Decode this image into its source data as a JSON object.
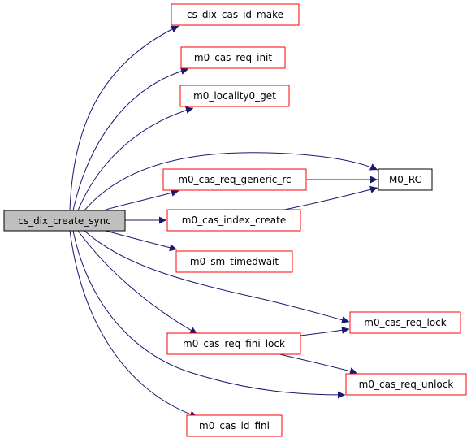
{
  "colors": {
    "edge": "#191970",
    "root_fill": "#bfbfbf",
    "root_stroke": "#000000",
    "node_stroke_red": "#ff0000",
    "node_stroke_black": "#000000",
    "node_fill": "#ffffff",
    "text": "#000000"
  },
  "nodes": {
    "root": {
      "label": "cs_dix_create_sync",
      "style": "root"
    },
    "id_make": {
      "label": "cs_dix_cas_id_make",
      "style": "red"
    },
    "req_init": {
      "label": "m0_cas_req_init",
      "style": "red"
    },
    "locality": {
      "label": "m0_locality0_get",
      "style": "red"
    },
    "generic_rc": {
      "label": "m0_cas_req_generic_rc",
      "style": "red"
    },
    "m0_rc": {
      "label": "M0_RC",
      "style": "black"
    },
    "index_create": {
      "label": "m0_cas_index_create",
      "style": "red"
    },
    "timedwait": {
      "label": "m0_sm_timedwait",
      "style": "red"
    },
    "req_lock": {
      "label": "m0_cas_req_lock",
      "style": "red"
    },
    "fini_lock": {
      "label": "m0_cas_req_fini_lock",
      "style": "red"
    },
    "req_unlock": {
      "label": "m0_cas_req_unlock",
      "style": "red"
    },
    "id_fini": {
      "label": "m0_cas_id_fini",
      "style": "red"
    }
  },
  "edges": [
    {
      "from": "root",
      "to": "id_make"
    },
    {
      "from": "root",
      "to": "req_init"
    },
    {
      "from": "root",
      "to": "locality"
    },
    {
      "from": "root",
      "to": "m0_rc"
    },
    {
      "from": "root",
      "to": "generic_rc"
    },
    {
      "from": "root",
      "to": "index_create"
    },
    {
      "from": "root",
      "to": "timedwait"
    },
    {
      "from": "root",
      "to": "req_lock"
    },
    {
      "from": "root",
      "to": "fini_lock"
    },
    {
      "from": "root",
      "to": "req_unlock"
    },
    {
      "from": "root",
      "to": "id_fini"
    },
    {
      "from": "generic_rc",
      "to": "m0_rc"
    },
    {
      "from": "index_create",
      "to": "m0_rc"
    },
    {
      "from": "fini_lock",
      "to": "req_lock"
    },
    {
      "from": "fini_lock",
      "to": "req_unlock"
    }
  ]
}
